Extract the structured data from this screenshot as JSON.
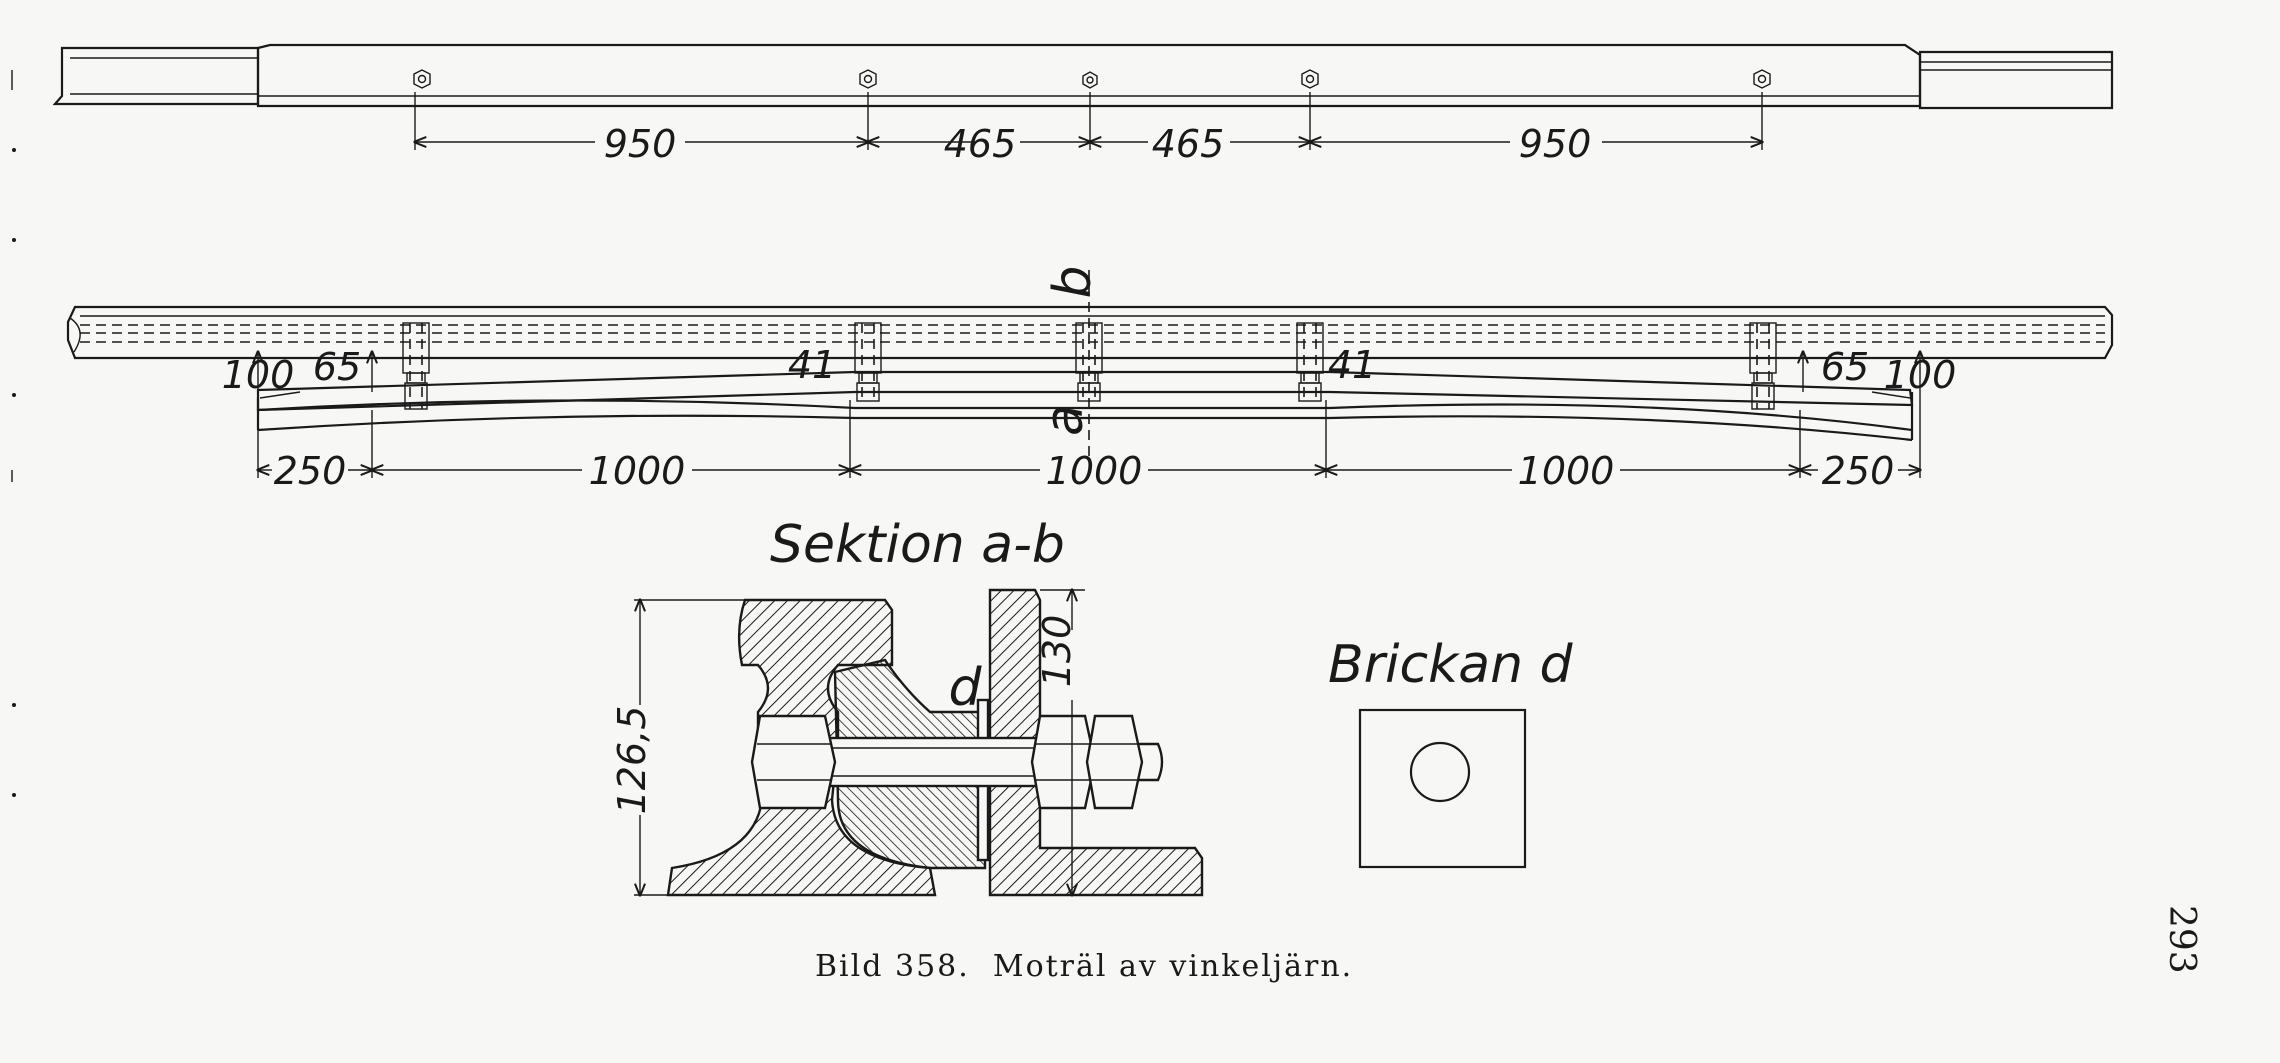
{
  "top_view": {
    "dims": [
      "950",
      "465",
      "465",
      "950"
    ]
  },
  "side_view": {
    "dims": [
      "250",
      "1000",
      "1000",
      "1000",
      "250"
    ],
    "left_end": [
      "100",
      "65"
    ],
    "right_end": [
      "65",
      "100"
    ],
    "mid_marks": [
      "41",
      "41"
    ],
    "section_marks": {
      "top": "b",
      "bottom": "a"
    }
  },
  "section": {
    "title": "Sektion a-b",
    "height_left": "126,5",
    "height_right": "130",
    "washer_label": "d"
  },
  "washer": {
    "title": "Brickan d"
  },
  "caption": "Bild 358.  Moträl av vinkeljärn.",
  "page_number": "293"
}
